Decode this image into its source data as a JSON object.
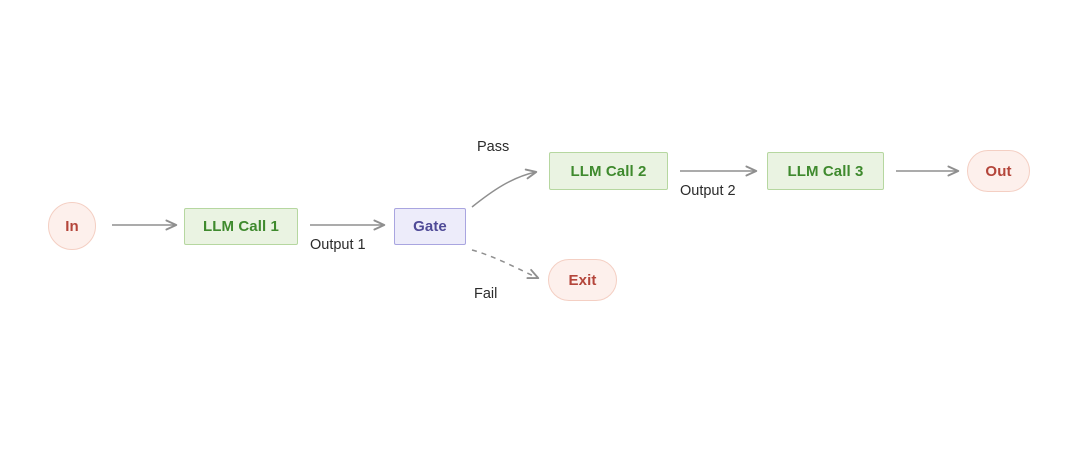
{
  "diagram": {
    "title": "LLM gate routing flow",
    "background_color": "#ffffff",
    "palette": {
      "process_fill": "#eaf3e2",
      "process_border": "#b6d7a0",
      "process_text": "#3f8a2e",
      "gate_fill": "#edecfa",
      "gate_border": "#a9a5e0",
      "gate_text": "#4f4a97",
      "terminal_fill": "#fdf0ec",
      "terminal_border": "#f4cfc3",
      "terminal_text": "#b4453a",
      "edge_stroke": "#8f8f8f",
      "label_text": "#2b2b2b"
    },
    "nodes": [
      {
        "id": "in",
        "label": "In",
        "shape": "circle"
      },
      {
        "id": "call1",
        "label": "LLM Call 1",
        "shape": "rect"
      },
      {
        "id": "gate",
        "label": "Gate",
        "shape": "rect"
      },
      {
        "id": "call2",
        "label": "LLM Call 2",
        "shape": "rect"
      },
      {
        "id": "call3",
        "label": "LLM Call 3",
        "shape": "rect"
      },
      {
        "id": "out",
        "label": "Out",
        "shape": "stadium"
      },
      {
        "id": "exit",
        "label": "Exit",
        "shape": "stadium"
      }
    ],
    "edges": [
      {
        "id": "e1",
        "from": "in",
        "to": "call1",
        "label": "",
        "style": "solid"
      },
      {
        "id": "e2",
        "from": "call1",
        "to": "gate",
        "label": "Output 1",
        "style": "solid"
      },
      {
        "id": "e3",
        "from": "gate",
        "to": "call2",
        "label": "Pass",
        "style": "solid"
      },
      {
        "id": "e4",
        "from": "gate",
        "to": "exit",
        "label": "Fail",
        "style": "dashed"
      },
      {
        "id": "e5",
        "from": "call2",
        "to": "call3",
        "label": "Output 2",
        "style": "solid"
      },
      {
        "id": "e6",
        "from": "call3",
        "to": "out",
        "label": "",
        "style": "solid"
      }
    ]
  }
}
